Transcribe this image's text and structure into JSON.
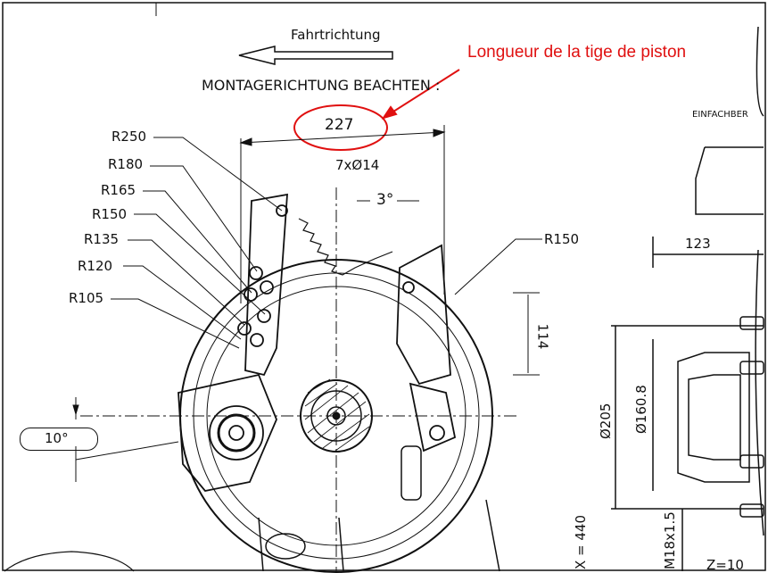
{
  "direction": {
    "label": "Fahrtrichtung"
  },
  "mounting_note": "MONTAGERICHTUNG BEACHTEN :",
  "annotation": {
    "text": "Longueur de la tige de piston",
    "color": "#e01010"
  },
  "side_label": "EINFACHBER",
  "dims": {
    "width_227": "227",
    "holes": "7xØ14",
    "angle_3": "3°",
    "angle_10": "10°",
    "r150_right": "R150",
    "d114": "114",
    "d123": "123",
    "d205": "Ø205",
    "d160": "Ø160.8",
    "x440": "X = 440",
    "m18": "M18x1.5",
    "z10": "Z=10"
  },
  "radii": [
    "R250",
    "R180",
    "R165",
    "R150",
    "R135",
    "R120",
    "R105"
  ]
}
